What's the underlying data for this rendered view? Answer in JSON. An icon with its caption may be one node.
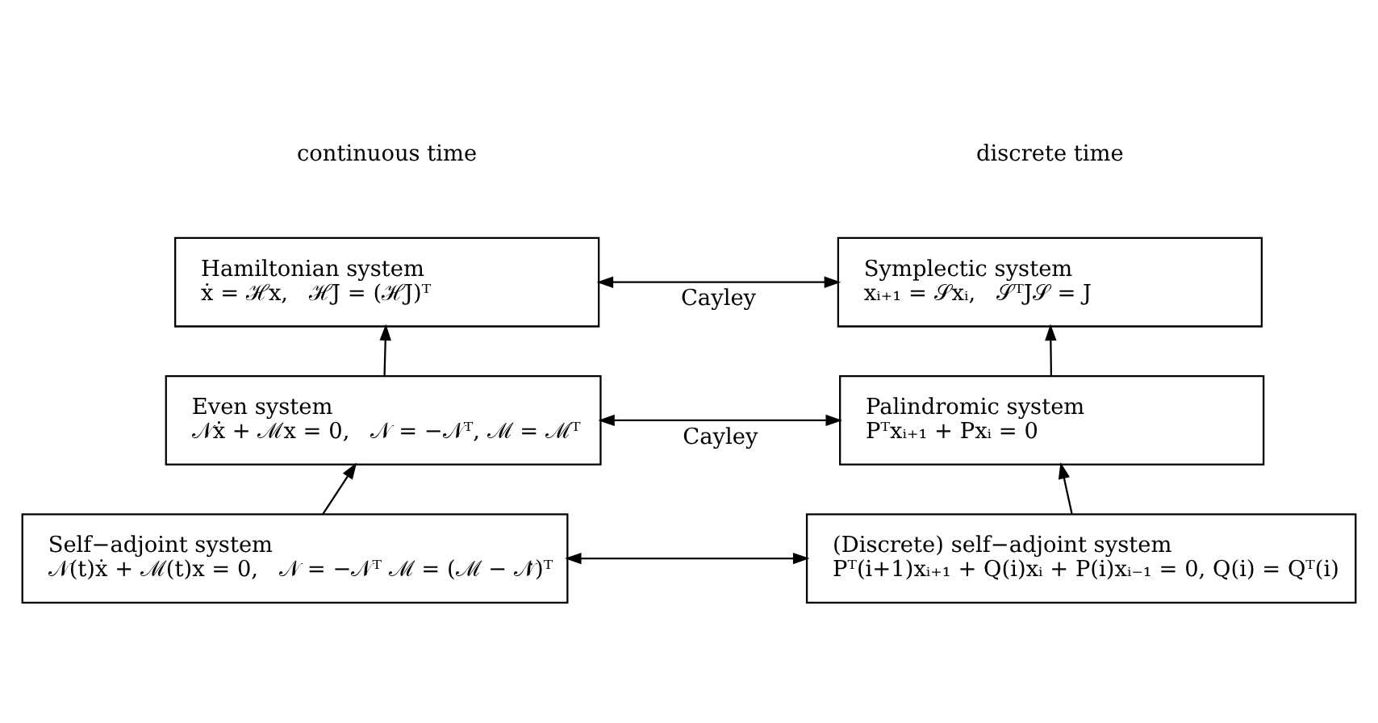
{
  "diagram": {
    "nodes": [
      {
        "text": [
          "Hamiltonian system",
          "ẋ = ℋx,   ℋJ = (ℋJ)ᵀ"
        ]
      },
      {
        "text": [
          "Symplectic system",
          "xᵢ₊₁ = 𝒮xᵢ,   𝒮ᵀJ𝒮 = J"
        ]
      },
      {
        "text": [
          "Even system",
          "𝒩ẋ + ℳx = 0,   𝒩 = −𝒩ᵀ, ℳ = ℳᵀ"
        ]
      },
      {
        "text": [
          "Palindromic system",
          "Pᵀxᵢ₊₁ + Pxᵢ = 0"
        ]
      },
      {
        "text": [
          "Self−adjoint system",
          "𝒩(t)ẋ + ℳ(t)x = 0,   𝒩 = −𝒩ᵀ ℳ = (ℳ − 𝒩̇)ᵀ"
        ]
      },
      {
        "text": [
          "(Discrete) self−adjoint system",
          "Pᵀ(i+1)xᵢ₊₁ + Q(i)xᵢ + P(i)xᵢ₋₁ = 0, Q(i) = Qᵀ(i)"
        ]
      }
    ],
    "edges": [
      {
        "from": 0,
        "to": 1,
        "arrow": "both",
        "label": "Cayley"
      },
      {
        "from": 2,
        "to": 0,
        "arrow": "to"
      },
      {
        "from": 2,
        "to": 3,
        "arrow": "both",
        "label": "Cayley"
      },
      {
        "from": 3,
        "to": 1,
        "arrow": "to"
      },
      {
        "from": 4,
        "to": 2,
        "arrow": "to"
      },
      {
        "from": 4,
        "to": 5,
        "arrow": "both"
      },
      {
        "from": 5,
        "to": 3,
        "arrow": "to"
      }
    ],
    "labels": [
      "continuous time",
      "discrete time"
    ]
  }
}
